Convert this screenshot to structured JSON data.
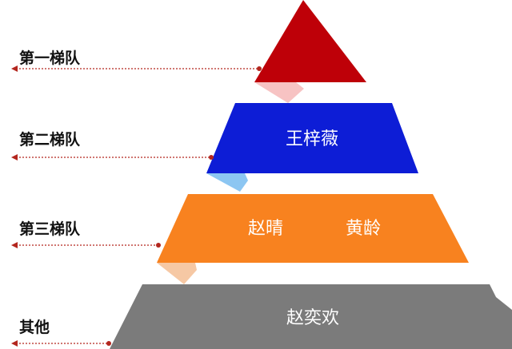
{
  "tiers": [
    {
      "label": "第一梯队",
      "color": "#BE0008",
      "shadow_color": "#F7C3C3",
      "names": []
    },
    {
      "label": "第二梯队",
      "color": "#0D1DD6",
      "shadow_color": "#8CC6F2",
      "names": [
        "王梓薇"
      ]
    },
    {
      "label": "第三梯队",
      "color": "#F8821F",
      "shadow_color": "#F6C8A4",
      "names": [
        "赵晴",
        "黄龄"
      ]
    },
    {
      "label": "其他",
      "color": "#7B7B7B",
      "shadow_color": "#CFCFCF",
      "names": [
        "赵奕欢"
      ]
    }
  ],
  "arrow_color": "#B3261E"
}
